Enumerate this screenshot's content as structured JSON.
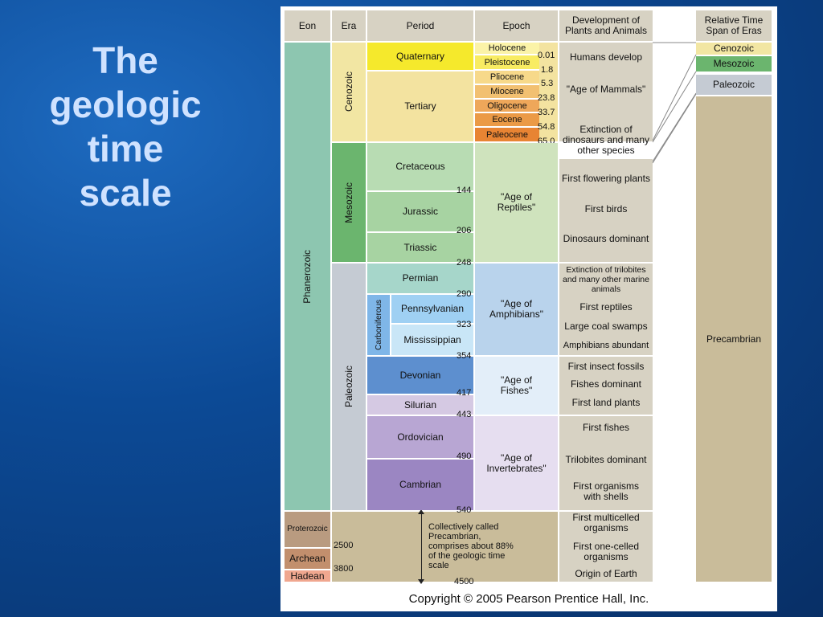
{
  "slide": {
    "title_lines": [
      "The",
      "geologic",
      "time",
      "scale"
    ]
  },
  "table": {
    "headers": {
      "eon": "Eon",
      "era": "Era",
      "period": "Period",
      "epoch": "Epoch",
      "development": "Development of Plants and Animals",
      "relative": "Relative Time Span of Eras"
    },
    "eons": {
      "phanerozoic": "Phanerozoic",
      "proterozoic": "Proterozoic",
      "archean": "Archean",
      "hadean": "Hadean"
    },
    "eras": {
      "cenozoic": "Cenozoic",
      "mesozoic": "Mesozoic",
      "paleozoic": "Paleozoic"
    },
    "periods": {
      "quaternary": "Quaternary",
      "tertiary": "Tertiary",
      "cretaceous": "Cretaceous",
      "jurassic": "Jurassic",
      "triassic": "Triassic",
      "permian": "Permian",
      "carboniferous": "Carboniferous",
      "pennsylvanian": "Pennsylvanian",
      "mississippian": "Mississippian",
      "devonian": "Devonian",
      "silurian": "Silurian",
      "ordovician": "Ordovician",
      "cambrian": "Cambrian"
    },
    "epochs": {
      "holocene": "Holocene",
      "pleistocene": "Pleistocene",
      "pliocene": "Pliocene",
      "miocene": "Miocene",
      "oligocene": "Oligocene",
      "eocene": "Eocene",
      "paleocene": "Paleocene",
      "age_reptiles": "\"Age of Reptiles\"",
      "age_amphibians": "\"Age of Amphibians\"",
      "age_fishes": "\"Age of Fishes\"",
      "age_invertebrates": "\"Age of Invertebrates\""
    },
    "epoch_ages": {
      "holocene": "0.01",
      "pleistocene": "1.8",
      "pliocene": "5.3",
      "miocene": "23.8",
      "oligocene": "33.7",
      "eocene": "54.8",
      "paleocene": "65.0"
    },
    "period_ages": {
      "cretaceous": "144",
      "jurassic": "206",
      "triassic": "248",
      "permian": "290",
      "pennsylvanian": "323",
      "mississippian": "354",
      "devonian": "417",
      "silurian": "443",
      "ordovician": "490",
      "cambrian": "540"
    },
    "precambrian_ages": {
      "proterozoic": "2500",
      "archean": "3800",
      "hadean": "4500"
    },
    "precambrian_note": "Collectively called Precambrian, comprises about 88% of the geologic time scale",
    "development": {
      "humans": "Humans develop",
      "mammals": "\"Age of Mammals\"",
      "extinction_dinos": "Extinction of dinosaurs and many other species",
      "flowering": "First flowering plants",
      "birds": "First birds",
      "dinosaurs": "Dinosaurs dominant",
      "extinction_trilobites": "Extinction of trilobites and many other marine animals",
      "reptiles": "First reptiles",
      "coal": "Large coal swamps",
      "amphibians": "Amphibians abundant",
      "insects": "First insect fossils",
      "fishes_dominant": "Fishes dominant",
      "land_plants": "First land plants",
      "first_fishes": "First fishes",
      "trilobites": "Trilobites dominant",
      "shells": "First organisms with shells",
      "multicelled": "First multicelled organisms",
      "one_celled": "First one-celled organisms",
      "origin": "Origin of Earth"
    },
    "relative": {
      "cenozoic": "Cenozoic",
      "mesozoic": "Mesozoic",
      "paleozoic": "Paleozoic",
      "precambrian": "Precambrian"
    },
    "copyright": "Copyright © 2005 Pearson Prentice Hall, Inc."
  },
  "colors": {
    "background": "#0c4a96",
    "title": "#cfe2ff",
    "phanerozoic": "#8dc6b0",
    "cenozoic": "#f2e6a3",
    "mesozoic": "#6bb56e",
    "paleozoic": "#c5cbd3",
    "quaternary": "#f5e92c",
    "tertiary": "#f3e3a0",
    "mesozoic_periods": "#a7d3a2",
    "precambrian": "#c9bc9a"
  }
}
